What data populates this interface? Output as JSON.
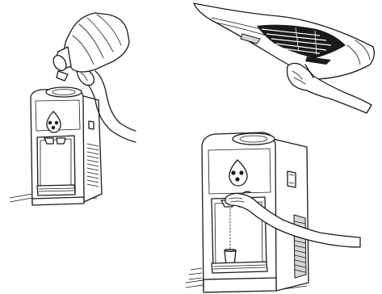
{
  "illustrations": [
    {
      "icon": "bottle-installation-illustration"
    },
    {
      "icon": "instruction-manual-illustration"
    },
    {
      "icon": "water-dispensing-illustration"
    }
  ],
  "colors": {
    "line": "#1a1a1a",
    "background": "#ffffff",
    "shade": "#d6d6d6"
  }
}
